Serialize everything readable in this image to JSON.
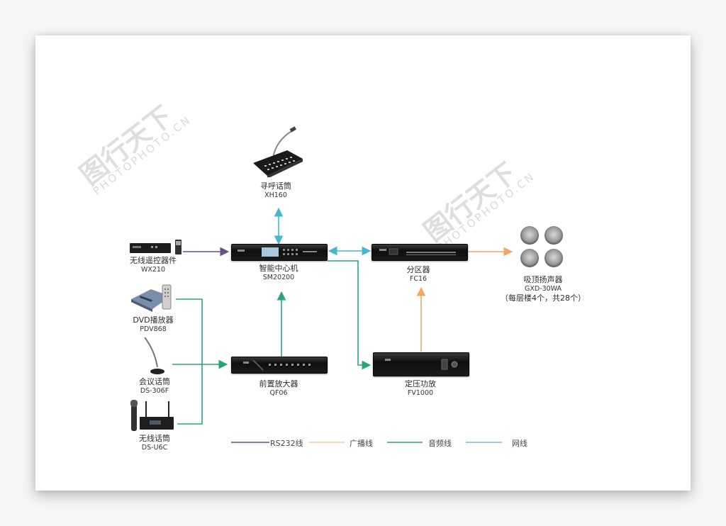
{
  "colors": {
    "rs232": "#6a4c8c",
    "broadcast": "#f0a868",
    "audio": "#2aa57a",
    "network": "#45b7cf"
  },
  "devices": {
    "paging_mic": {
      "name": "寻呼话筒",
      "model": "XH160",
      "icon": "paging-microphone-icon"
    },
    "wireless_remote": {
      "name": "无线遥控器件",
      "model": "WX210",
      "icon": "wireless-remote-receiver-icon"
    },
    "central_unit": {
      "name": "智能中心机",
      "model": "SM20200",
      "icon": "central-controller-icon"
    },
    "zone_divider": {
      "name": "分区器",
      "model": "FC16",
      "icon": "zone-divider-icon"
    },
    "ceiling_speaker": {
      "name": "吸顶扬声器",
      "model": "GXD-30WA",
      "note": "（每层楼4个，共28个）",
      "icon": "ceiling-speaker-icon"
    },
    "dvd_player": {
      "name": "DVD播放器",
      "model": "PDV868",
      "icon": "dvd-player-icon"
    },
    "conference_mic": {
      "name": "会议话筒",
      "model": "DS-306F",
      "icon": "gooseneck-microphone-icon"
    },
    "wireless_mic": {
      "name": "无线话筒",
      "model": "DS-U6C",
      "icon": "wireless-microphone-icon"
    },
    "preamp": {
      "name": "前置放大器",
      "model": "QF06",
      "icon": "preamplifier-icon"
    },
    "power_amp": {
      "name": "定压功放",
      "model": "FV1000",
      "icon": "power-amplifier-icon"
    }
  },
  "legend": [
    {
      "label": "RS232线",
      "color_key": "rs232"
    },
    {
      "label": "广播线",
      "color_key": "broadcast"
    },
    {
      "label": "音频线",
      "color_key": "audio"
    },
    {
      "label": "网线",
      "color_key": "network"
    }
  ],
  "watermark": {
    "cn": "图行天下",
    "en": "PHOTOPHOTO.CN"
  }
}
